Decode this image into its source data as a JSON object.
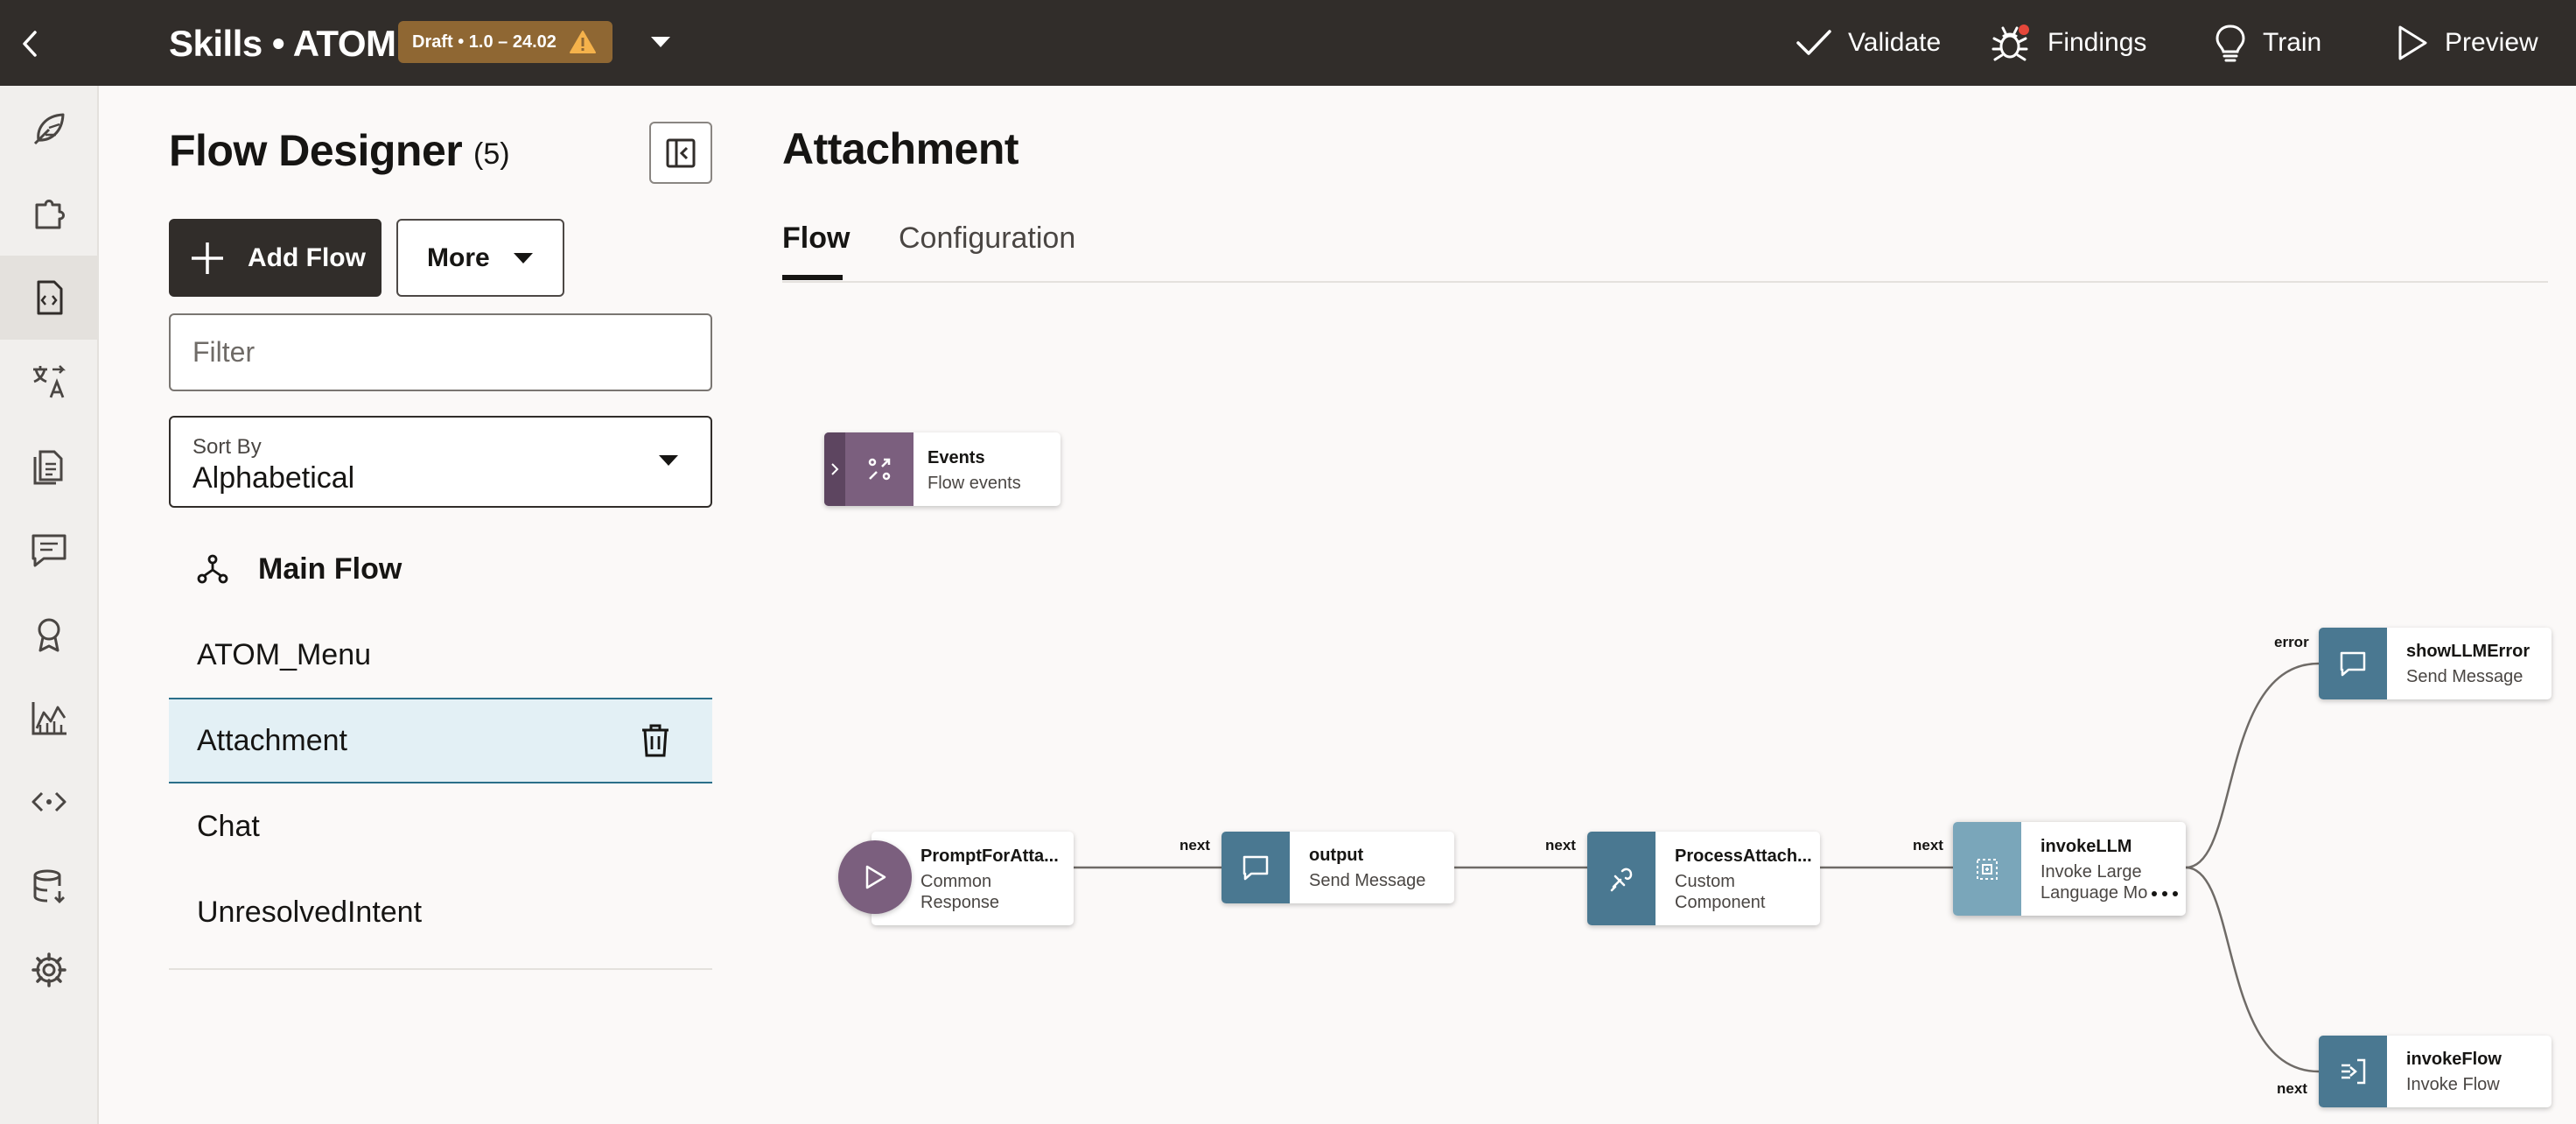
{
  "app": {
    "title": "Skills • ATOM",
    "badge": "Draft • 1.0 – 24.02",
    "actions": {
      "validate": "Validate",
      "findings": "Findings",
      "train": "Train",
      "preview": "Preview"
    }
  },
  "rail": {
    "items": [
      "feather-icon",
      "puzzle-icon",
      "flow-designer-icon",
      "translate-icon",
      "documents-icon",
      "conversations-icon",
      "badge-icon",
      "insights-icon",
      "components-icon",
      "data-icon",
      "settings-icon"
    ],
    "active": "flow-designer-icon"
  },
  "panel": {
    "title": "Flow Designer",
    "count": "(5)",
    "add_flow": "Add Flow",
    "more": "More",
    "filter_placeholder": "Filter",
    "sort_label": "Sort By",
    "sort_value": "Alphabetical",
    "flows": [
      {
        "label": "Main Flow"
      },
      {
        "label": "ATOM_Menu"
      },
      {
        "label": "Attachment"
      },
      {
        "label": "Chat"
      },
      {
        "label": "UnresolvedIntent"
      }
    ],
    "selected": "Attachment"
  },
  "main": {
    "title": "Attachment",
    "tabs": [
      {
        "label": "Flow"
      },
      {
        "label": "Configuration"
      }
    ],
    "active_tab": "Flow"
  },
  "canvas": {
    "nodes": {
      "events": {
        "name": "Events",
        "sub": "Flow events"
      },
      "prompt": {
        "name": "PromptForAtta...",
        "sub1": "Common",
        "sub2": "Response"
      },
      "output": {
        "name": "output",
        "sub": "Send Message"
      },
      "process": {
        "name": "ProcessAttach...",
        "sub1": "Custom",
        "sub2": "Component"
      },
      "invoke_llm": {
        "name": "invokeLLM",
        "sub1": "Invoke Large",
        "sub2": "Language Mo"
      },
      "show_error": {
        "name": "showLLMError",
        "sub": "Send Message"
      },
      "invoke_flow": {
        "name": "invokeFlow",
        "sub": "Invoke Flow"
      }
    },
    "edges": {
      "next": "next",
      "error": "error"
    }
  },
  "colors": {
    "topbar": "#312d2a",
    "badge": "#8f6733",
    "node_purple": "#6e5470",
    "node_blue": "#4a7891",
    "node_lightblue": "#7aa6ba",
    "selected_row": "#e3f0f5"
  }
}
